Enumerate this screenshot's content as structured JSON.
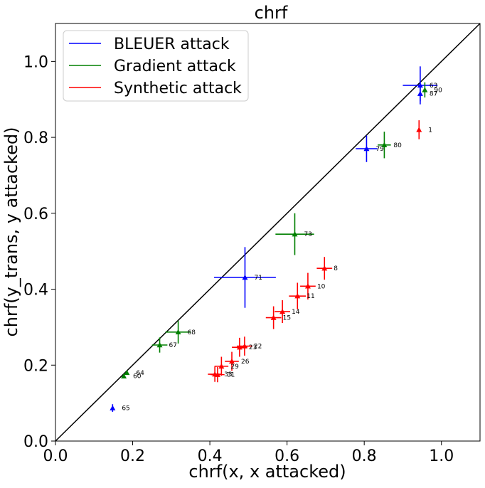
{
  "chart_data": {
    "type": "scatter",
    "title": "chrf",
    "xlabel": "chrf(x, x attacked)",
    "ylabel": "chrf(y_trans, y attacked)",
    "xlim": [
      0.0,
      1.1
    ],
    "ylim": [
      0.0,
      1.1
    ],
    "xticks": [
      "0.0",
      "0.2",
      "0.4",
      "0.6",
      "0.8",
      "1.0"
    ],
    "yticks": [
      "0.0",
      "0.2",
      "0.4",
      "0.6",
      "0.8",
      "1.0"
    ],
    "grid": false,
    "legend_position": "top-left",
    "reference_line": "y = x",
    "colors": {
      "bleuer": "#0000ff",
      "gradient": "#008000",
      "synthetic": "#ff0000",
      "diagonal": "#000000"
    },
    "series": [
      {
        "name": "BLEUER attack",
        "color": "#0000ff",
        "points": [
          {
            "label": "63",
            "x": 0.945,
            "y": 0.937,
            "xerr": 0.045,
            "yerr": 0.05
          },
          {
            "label": "87",
            "x": 0.945,
            "y": 0.915,
            "xerr": 0.0,
            "yerr": 0.02
          },
          {
            "label": "79",
            "x": 0.806,
            "y": 0.77,
            "xerr": 0.028,
            "yerr": 0.035
          },
          {
            "label": "71",
            "x": 0.491,
            "y": 0.431,
            "xerr": 0.08,
            "yerr": 0.08
          },
          {
            "label": "65",
            "x": 0.148,
            "y": 0.087,
            "xerr": 0.0,
            "yerr": 0.01
          }
        ]
      },
      {
        "name": "Gradient attack",
        "color": "#008000",
        "points": [
          {
            "label": "90",
            "x": 0.957,
            "y": 0.925,
            "xerr": 0.0,
            "yerr": 0.02
          },
          {
            "label": "80",
            "x": 0.852,
            "y": 0.78,
            "xerr": 0.017,
            "yerr": 0.035
          },
          {
            "label": "73",
            "x": 0.62,
            "y": 0.545,
            "xerr": 0.05,
            "yerr": 0.055
          },
          {
            "label": "68",
            "x": 0.318,
            "y": 0.287,
            "xerr": 0.033,
            "yerr": 0.03
          },
          {
            "label": "67",
            "x": 0.27,
            "y": 0.253,
            "xerr": 0.02,
            "yerr": 0.02
          },
          {
            "label": "64",
            "x": 0.185,
            "y": 0.18,
            "xerr": 0.0,
            "yerr": 0.0
          },
          {
            "label": "60",
            "x": 0.177,
            "y": 0.171,
            "xerr": 0.0,
            "yerr": 0.0
          }
        ]
      },
      {
        "name": "Synthetic attack",
        "color": "#ff0000",
        "points": [
          {
            "label": "1",
            "x": 0.942,
            "y": 0.82,
            "xerr": 0.0,
            "yerr": 0.025
          },
          {
            "label": "8",
            "x": 0.697,
            "y": 0.455,
            "xerr": 0.02,
            "yerr": 0.03
          },
          {
            "label": "10",
            "x": 0.654,
            "y": 0.408,
            "xerr": 0.02,
            "yerr": 0.035
          },
          {
            "label": "11",
            "x": 0.627,
            "y": 0.382,
            "xerr": 0.022,
            "yerr": 0.035
          },
          {
            "label": "14",
            "x": 0.588,
            "y": 0.341,
            "xerr": 0.02,
            "yerr": 0.03
          },
          {
            "label": "15",
            "x": 0.565,
            "y": 0.325,
            "xerr": 0.02,
            "yerr": 0.03
          },
          {
            "label": "22",
            "x": 0.49,
            "y": 0.25,
            "xerr": 0.02,
            "yerr": 0.025
          },
          {
            "label": "23",
            "x": 0.477,
            "y": 0.247,
            "xerr": 0.02,
            "yerr": 0.025
          },
          {
            "label": "26",
            "x": 0.457,
            "y": 0.21,
            "xerr": 0.018,
            "yerr": 0.025
          },
          {
            "label": "29",
            "x": 0.43,
            "y": 0.197,
            "xerr": 0.018,
            "yerr": 0.025
          },
          {
            "label": "33",
            "x": 0.413,
            "y": 0.176,
            "xerr": 0.018,
            "yerr": 0.02
          },
          {
            "label": "31",
            "x": 0.42,
            "y": 0.175,
            "xerr": 0.018,
            "yerr": 0.02
          }
        ]
      }
    ]
  }
}
